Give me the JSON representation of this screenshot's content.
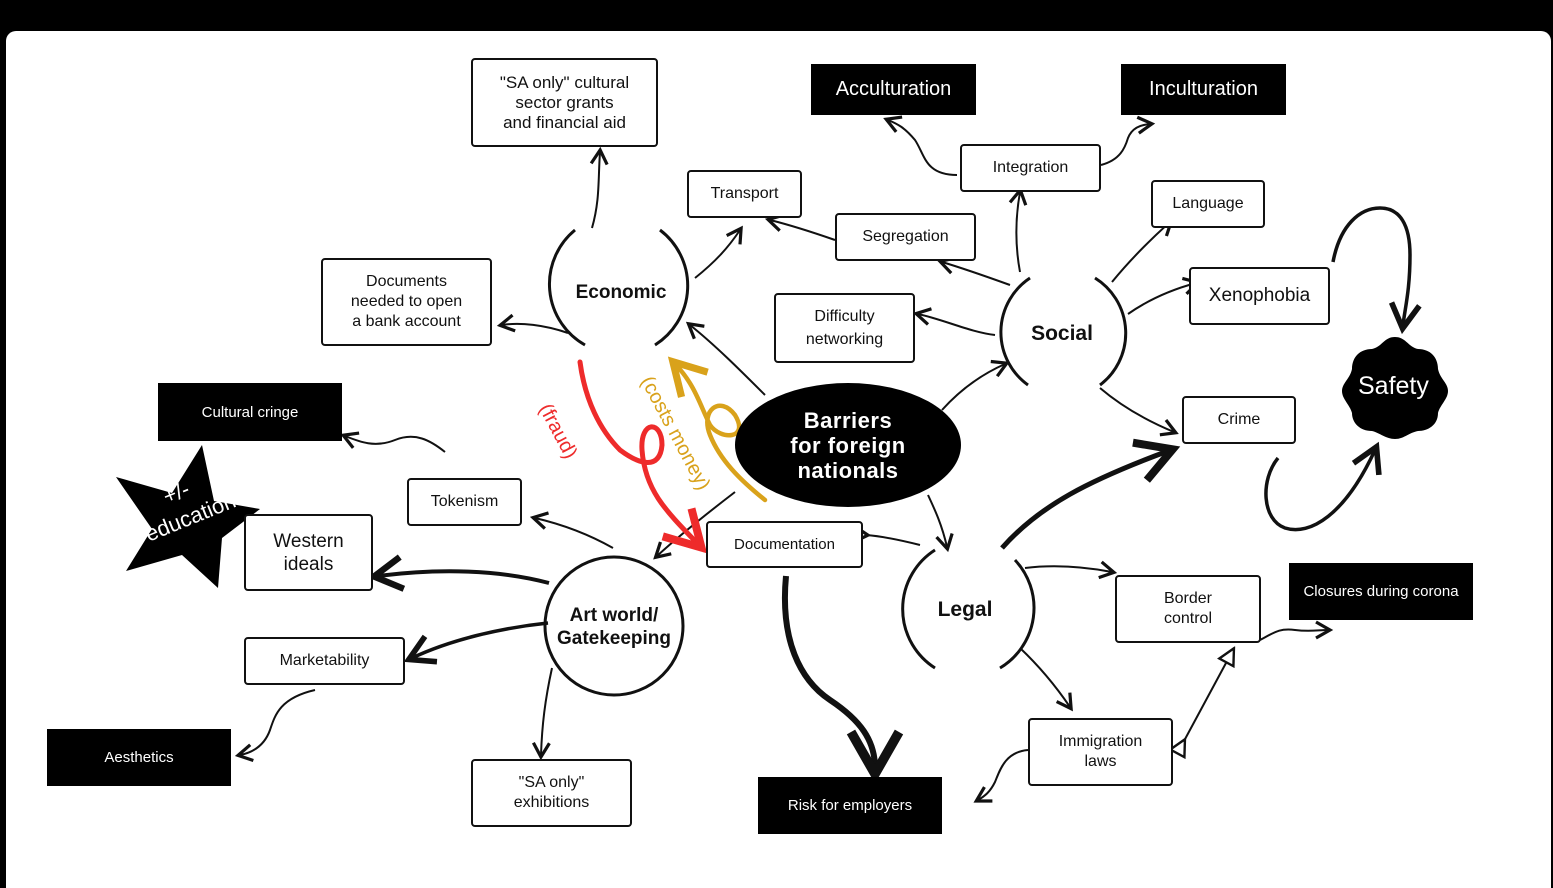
{
  "center": {
    "label": "Barriers\nfor foreign\nnationals"
  },
  "hubs": {
    "economic": "Economic",
    "social": "Social",
    "legal": "Legal",
    "art_world": "Art world/\nGatekeeping"
  },
  "boxes": {
    "sa_grants": "\"SA only\" cultural\nsector grants\nand financial aid",
    "transport": "Transport",
    "segregation": "Segregation",
    "integration": "Integration",
    "language": "Language",
    "xenophobia": "Xenophobia",
    "crime": "Crime",
    "documents_bank": "Documents\nneeded to open\na bank account",
    "difficulty_networking": "Difficulty\nnetworking",
    "tokenism": "Tokenism",
    "documentation": "Documentation",
    "western_ideals": "Western\nideals",
    "marketability": "Marketability",
    "sa_exhibitions": "\"SA only\"\nexhibitions",
    "border_control": "Border\ncontrol",
    "immigration_laws": "Immigration\nlaws"
  },
  "labels": {
    "acculturation": "Acculturation",
    "inculturation": "Inculturation",
    "cultural_cringe": "Cultural cringe",
    "aesthetics": "Aesthetics",
    "risk_employers": "Risk for employers",
    "closures_corona": "Closures during corona",
    "safety": "Safety",
    "education": "+/-\n\"education"
  },
  "annotations": {
    "fraud": "(fraud)",
    "costs_money": "(costs money)"
  },
  "colors": {
    "background": "#000000",
    "board": "#ffffff",
    "ink": "#111111",
    "red_annotation": "#ee2b2b",
    "gold_annotation": "#d9a21b"
  }
}
